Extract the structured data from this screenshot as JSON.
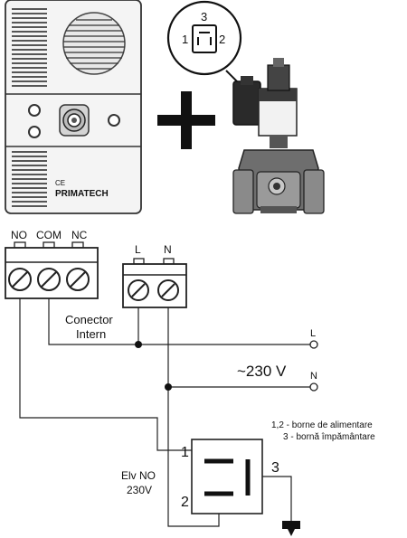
{
  "device": {
    "ce_mark": "CE",
    "brand": "PRIMATECH"
  },
  "connector_zoom": {
    "pin_top": "3",
    "pin_left": "1",
    "pin_right": "2"
  },
  "terminals_relay": {
    "no": "NO",
    "com": "COM",
    "nc": "NC"
  },
  "terminals_power": {
    "l": "L",
    "n": "N"
  },
  "internal_connector": {
    "line1": "Conector",
    "line2": "Intern"
  },
  "supply": {
    "l_label": "L",
    "n_label": "N",
    "voltage": "~230 V"
  },
  "legend": {
    "line1": "1,2 - borne de alimentare",
    "line2": "3 - bornă împământare"
  },
  "valve": {
    "name_line1": "Elv NO",
    "name_line2": "230V",
    "pin1": "1",
    "pin2": "2",
    "pin3": "3"
  }
}
